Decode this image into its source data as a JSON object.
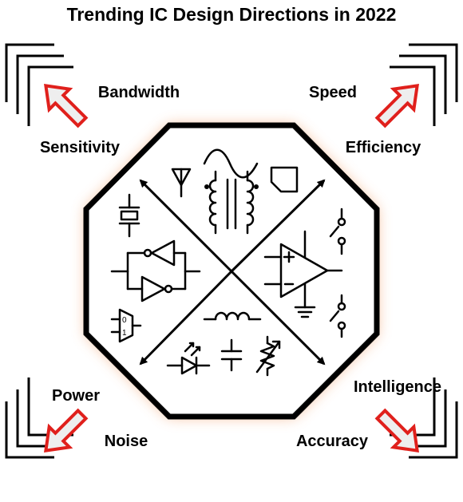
{
  "title": "Trending IC Design Directions in 2022",
  "corners": {
    "top_left": {
      "label_a": "Bandwidth",
      "label_b": "Sensitivity"
    },
    "top_right": {
      "label_a": "Speed",
      "label_b": "Efficiency"
    },
    "bottom_left": {
      "label_a": "Power",
      "label_b": "Noise"
    },
    "bottom_right": {
      "label_a": "Intelligence",
      "label_b": "Accuracy"
    }
  },
  "mux": {
    "in0": "0",
    "in1": "1"
  },
  "colors": {
    "arrow_red": "#e0201c",
    "arrow_fill": "#eeeeee",
    "glow": "#f3a674",
    "outline": "#000000"
  },
  "icons": [
    "antenna-icon",
    "sine-wave-icon",
    "transformer-icon",
    "pentagon-port-icon",
    "crystal-icon",
    "latch-inverters-icon",
    "op-amp-icon",
    "switch-icon",
    "ground-icon",
    "mux-icon",
    "inductor-icon",
    "photodiode-icon",
    "capacitor-icon",
    "variable-resistor-icon"
  ]
}
